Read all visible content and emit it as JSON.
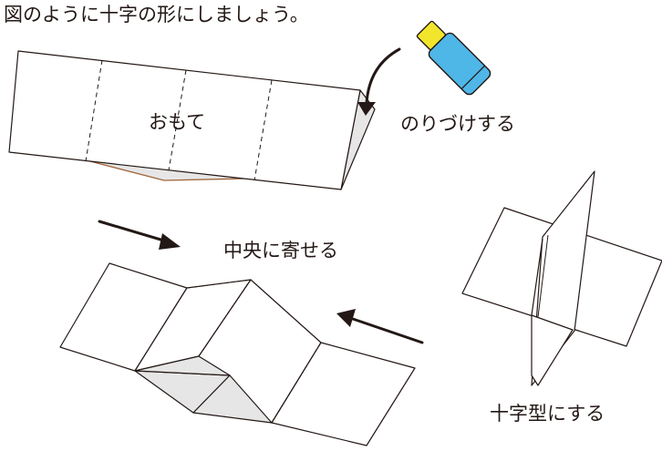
{
  "instruction": "図のように十字の形にしましょう。",
  "labels": {
    "front": "おもて",
    "glue": "のりづけする",
    "center": "中央に寄せる",
    "cross": "十字型にする"
  },
  "icons": {
    "glue_stick": "glue-stick-icon"
  },
  "colors": {
    "line": "#231815",
    "shade": "#e6e6e6",
    "back_edge": "#a0633a",
    "glue_body": "#4fb6e8",
    "glue_cap": "#f2e62c"
  }
}
